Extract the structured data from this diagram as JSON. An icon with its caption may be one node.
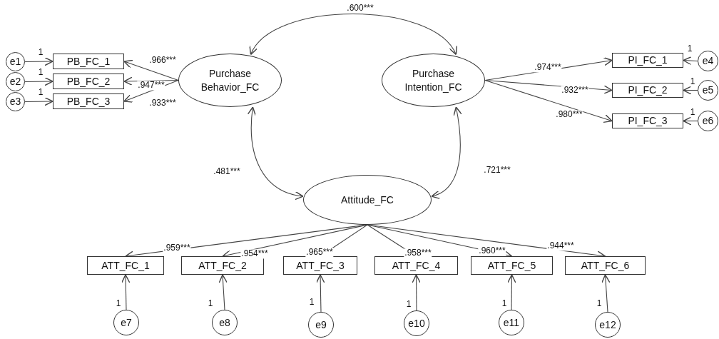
{
  "diagram": {
    "nodes": [
      {
        "text": [
          "Purchase Behavior_FC"
        ]
      },
      {
        "text": [
          "Purchase Intention_FC"
        ]
      },
      {
        "text": [
          "Attitude_FC"
        ]
      },
      {
        "text": [
          "PB_FC_1"
        ]
      },
      {
        "text": [
          "PB_FC_2"
        ]
      },
      {
        "text": [
          "PB_FC_3"
        ]
      },
      {
        "text": [
          "PI_FC_1"
        ]
      },
      {
        "text": [
          "PI_FC_2"
        ]
      },
      {
        "text": [
          "PI_FC_3"
        ]
      },
      {
        "text": [
          "ATT_FC_1"
        ]
      },
      {
        "text": [
          "ATT_FC_2"
        ]
      },
      {
        "text": [
          "ATT_FC_3"
        ]
      },
      {
        "text": [
          "ATT_FC_4"
        ]
      },
      {
        "text": [
          "ATT_FC_5"
        ]
      },
      {
        "text": [
          "ATT_FC_6"
        ]
      },
      {
        "text": [
          "e1"
        ]
      },
      {
        "text": [
          "e2"
        ]
      },
      {
        "text": [
          "e3"
        ]
      },
      {
        "text": [
          "e4"
        ]
      },
      {
        "text": [
          "e5"
        ]
      },
      {
        "text": [
          "e6"
        ]
      },
      {
        "text": [
          "e7"
        ]
      },
      {
        "text": [
          "e8"
        ]
      },
      {
        "text": [
          "e9"
        ]
      },
      {
        "text": [
          "e10"
        ]
      },
      {
        "text": [
          "e11"
        ]
      },
      {
        "text": [
          "e12"
        ]
      }
    ],
    "edges": [
      {
        "from": 15,
        "to": 3,
        "arrow": "to",
        "label": "1"
      },
      {
        "from": 16,
        "to": 4,
        "arrow": "to",
        "label": "1"
      },
      {
        "from": 17,
        "to": 5,
        "arrow": "to",
        "label": "1"
      },
      {
        "from": 0,
        "to": 3,
        "arrow": "to",
        "label": ".966***"
      },
      {
        "from": 0,
        "to": 4,
        "arrow": "to",
        "label": ".947***"
      },
      {
        "from": 0,
        "to": 5,
        "arrow": "to",
        "label": ".933***"
      },
      {
        "from": 1,
        "to": 6,
        "arrow": "to",
        "label": ".974***"
      },
      {
        "from": 1,
        "to": 7,
        "arrow": "to",
        "label": ".932***"
      },
      {
        "from": 1,
        "to": 8,
        "arrow": "to",
        "label": ".980***"
      },
      {
        "from": 18,
        "to": 6,
        "arrow": "to",
        "label": "1"
      },
      {
        "from": 19,
        "to": 7,
        "arrow": "to",
        "label": "1"
      },
      {
        "from": 20,
        "to": 8,
        "arrow": "to",
        "label": "1"
      },
      {
        "from": 2,
        "to": 9,
        "arrow": "to",
        "label": ".959***"
      },
      {
        "from": 2,
        "to": 10,
        "arrow": "to",
        "label": ".954***"
      },
      {
        "from": 2,
        "to": 11,
        "arrow": "to",
        "label": ".965***"
      },
      {
        "from": 2,
        "to": 12,
        "arrow": "to",
        "label": ".958***"
      },
      {
        "from": 2,
        "to": 13,
        "arrow": "to",
        "label": ".960***"
      },
      {
        "from": 2,
        "to": 14,
        "arrow": "to",
        "label": ".944***"
      },
      {
        "from": 21,
        "to": 9,
        "arrow": "to",
        "label": "1"
      },
      {
        "from": 22,
        "to": 10,
        "arrow": "to",
        "label": "1"
      },
      {
        "from": 23,
        "to": 11,
        "arrow": "to",
        "label": "1"
      },
      {
        "from": 24,
        "to": 12,
        "arrow": "to",
        "label": "1"
      },
      {
        "from": 25,
        "to": 13,
        "arrow": "to",
        "label": "1"
      },
      {
        "from": 26,
        "to": 14,
        "arrow": "to",
        "label": "1"
      },
      {
        "from": 0,
        "to": 1,
        "arrow": "both",
        "label": ".600***"
      },
      {
        "from": 0,
        "to": 2,
        "arrow": "both",
        "label": ".481***"
      },
      {
        "from": 1,
        "to": 2,
        "arrow": "both",
        "label": ".721***"
      }
    ]
  }
}
